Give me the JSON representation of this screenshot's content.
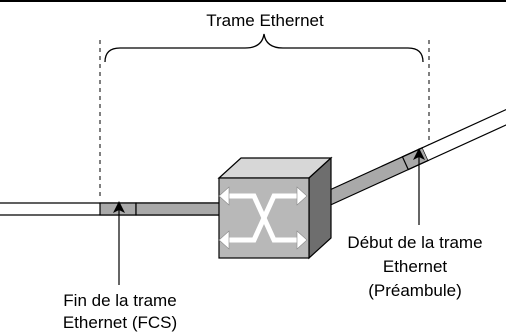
{
  "title": "Trame Ethernet",
  "label_end": {
    "line1": "Fin de la trame",
    "line2": "Ethernet (FCS)"
  },
  "label_start": {
    "line1": "Début de la trame",
    "line2": "Ethernet",
    "line3": "(Préambule)"
  },
  "colors": {
    "line": "#000000",
    "segment_fill": "#a9a9a9",
    "switch_face": "#b8b8b8",
    "switch_side": "#6e6e6e",
    "switch_top": "#d7d7d7",
    "arrows": "#ffffff"
  },
  "icons": {
    "switch": "switch-icon"
  }
}
